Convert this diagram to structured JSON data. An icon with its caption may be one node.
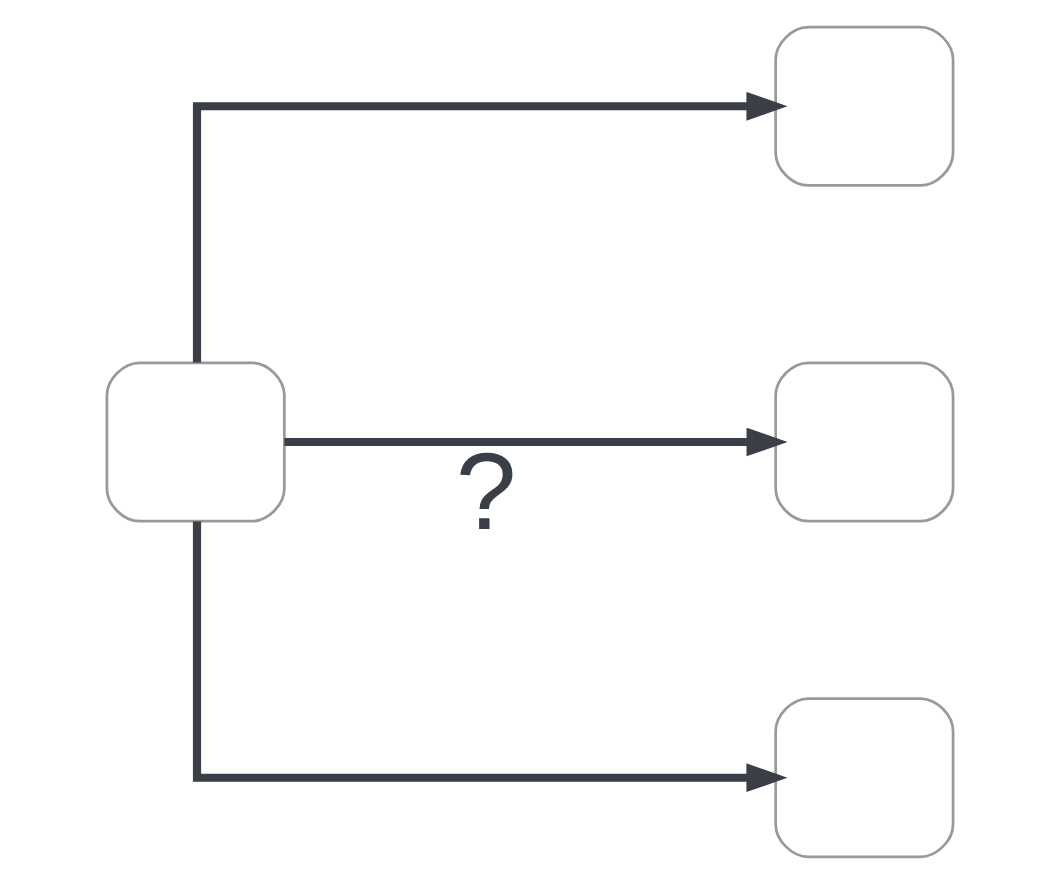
{
  "diagram": {
    "nodes": [
      {
        "text": [],
        "shape": "box"
      },
      {
        "text": [],
        "shape": "box"
      },
      {
        "text": [],
        "shape": "box"
      },
      {
        "text": [],
        "shape": "box"
      }
    ],
    "edges": [
      {
        "from": 0,
        "to": 1,
        "arrow": "to"
      },
      {
        "from": 0,
        "to": 2,
        "arrow": "to",
        "label": "?"
      },
      {
        "from": 0,
        "to": 3,
        "arrow": "to"
      }
    ]
  }
}
